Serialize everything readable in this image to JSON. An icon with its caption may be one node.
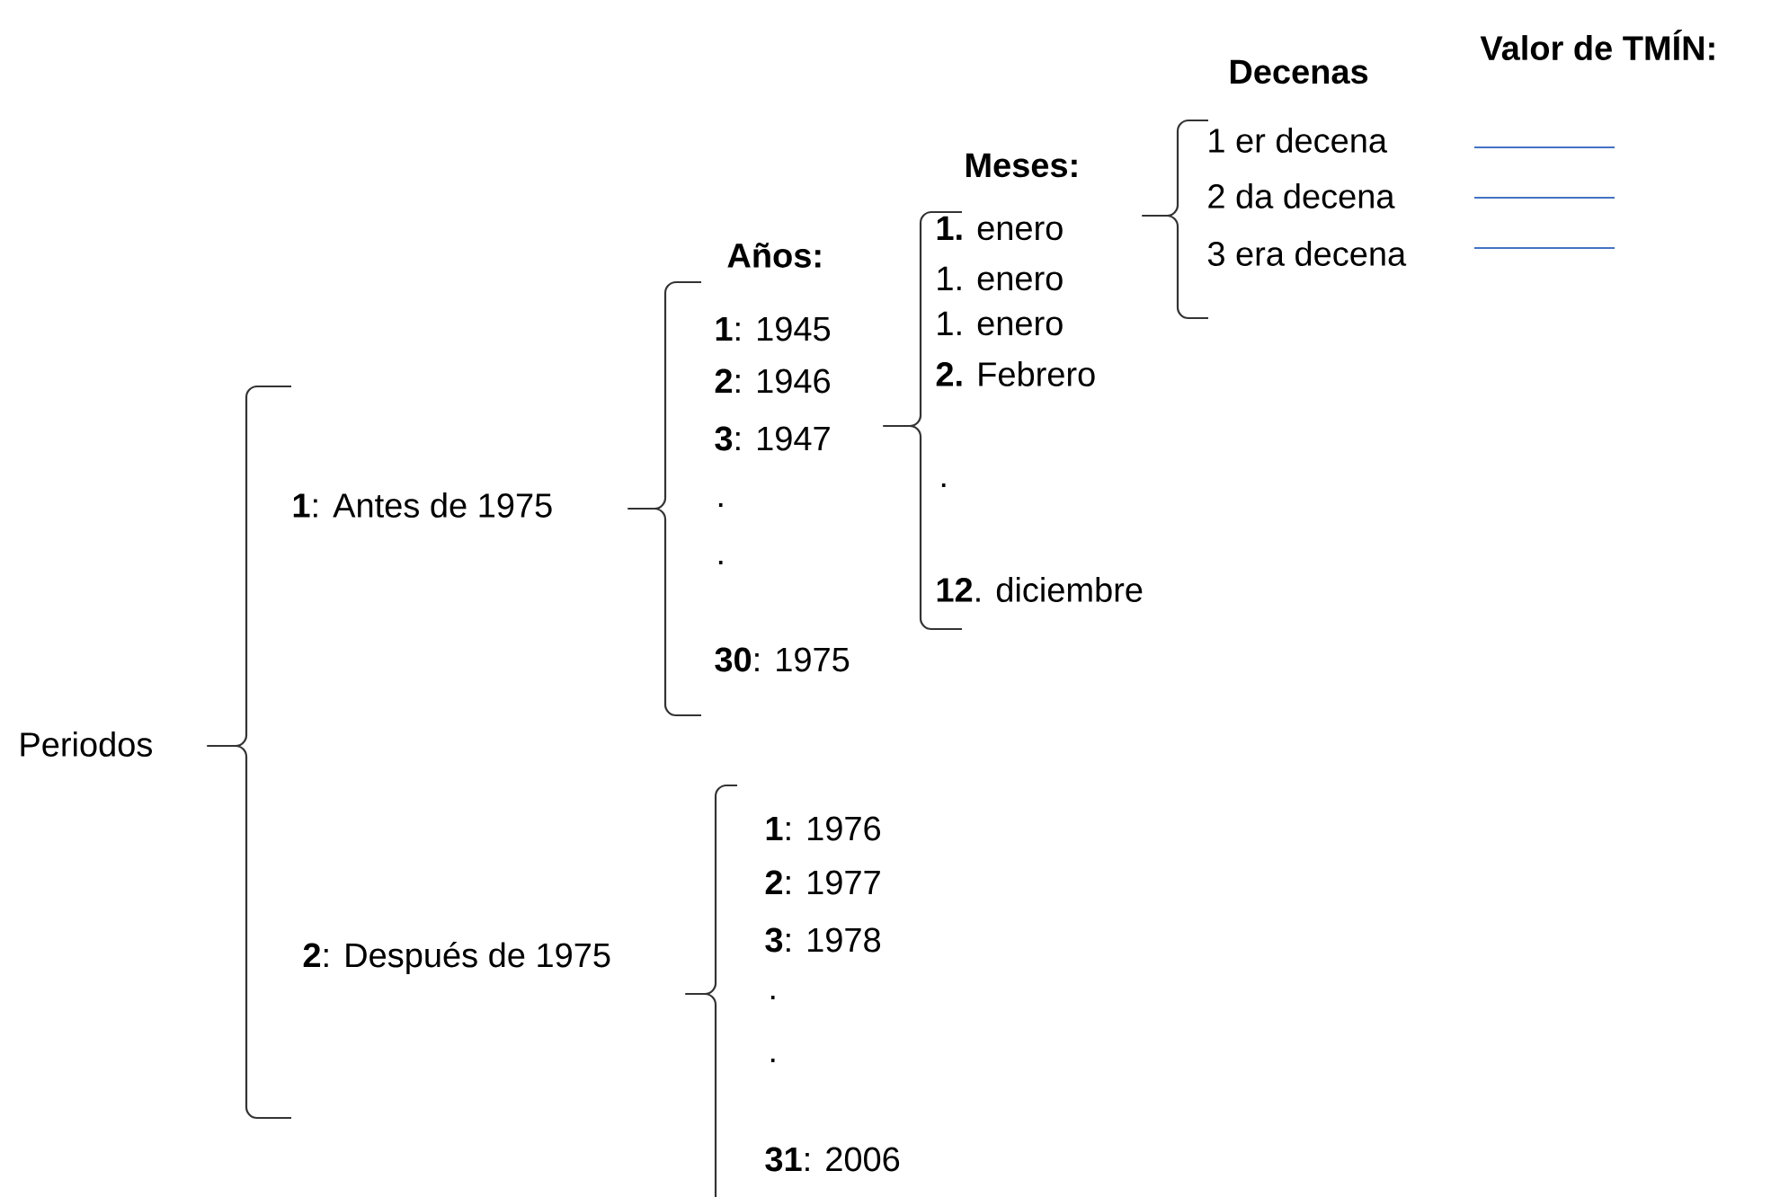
{
  "diagram": {
    "labels": [
      "Valor de TMÍN:",
      "Decenas",
      "1 er decena",
      "2 da decena",
      "3 era decena",
      "Meses:",
      "**1.** enero",
      "1. enero",
      "1. enero",
      "**2.** Febrero",
      ".",
      "**12**. diciembre",
      "Años:",
      "**1**: 1945",
      "**2**: 1946",
      "**3**: 1947",
      ".",
      ".",
      "**30**: 1975",
      "**1**: Antes de 1975",
      "Periodos",
      "**2**: Después de 1975",
      "**1**: 1976",
      "**2**: 1977",
      "**3**: 1978",
      ".",
      ".",
      "**31**: 2006"
    ]
  }
}
